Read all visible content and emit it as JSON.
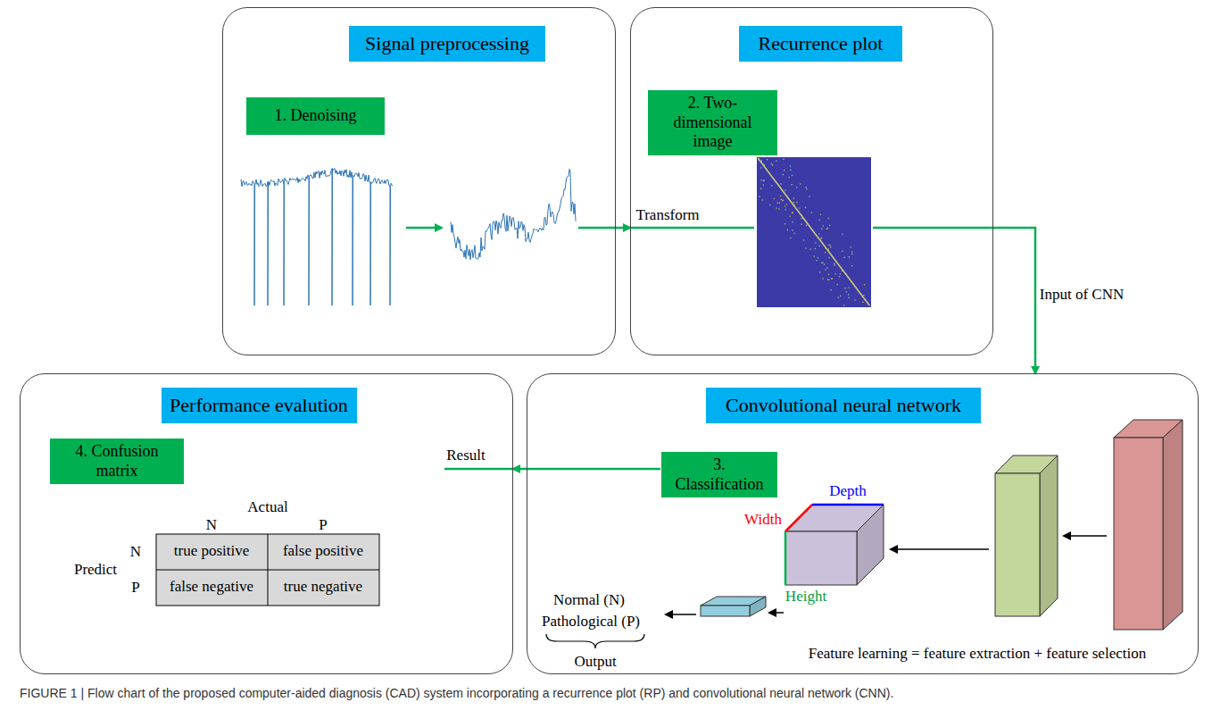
{
  "diagram": {
    "caption": "FIGURE 1 | Flow chart of the proposed computer-aided diagnosis (CAD) system incorporating a recurrence plot (RP) and convolutional neural network (CNN).",
    "nodes": [
      {
        "text": [
          "Signal preprocessing"
        ]
      },
      {
        "text": [
          "1. Denoising"
        ],
        "in": 0
      },
      {
        "text": [
          "Recurrence plot"
        ]
      },
      {
        "text": [
          "2. Two-dimensional image"
        ],
        "in": 2
      },
      {
        "text": [
          "Performance evalution"
        ]
      },
      {
        "text": [
          "4. Confusion matrix"
        ],
        "in": 4
      },
      {
        "text": [
          "Convolutional neural network"
        ]
      },
      {
        "text": [
          "3. Classification"
        ],
        "in": 6
      }
    ],
    "edges": [
      {
        "from": 0,
        "to": 2,
        "label": "Transform",
        "arrow": "to"
      },
      {
        "from": 2,
        "to": 6,
        "label": "Input of CNN",
        "arrow": "to"
      },
      {
        "from": 6,
        "to": 4,
        "label": "Result",
        "arrow": "to"
      }
    ],
    "labels": [
      "Actual",
      "N",
      "P",
      "Predict",
      "N",
      "P",
      "true positive",
      "false positive",
      "false negative",
      "true negative",
      "Normal (N)",
      "Pathological (P)",
      "Output",
      "Width",
      "Depth",
      "Height",
      "Feature learning = feature extraction + feature selection"
    ]
  }
}
